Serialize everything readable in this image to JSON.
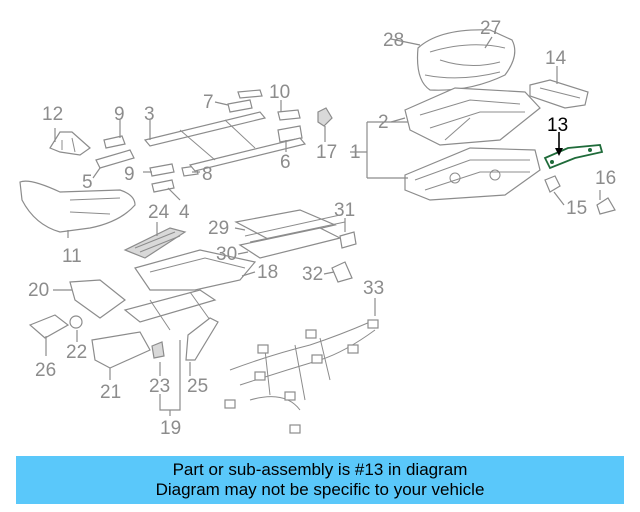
{
  "highlight": {
    "part_number": "13",
    "color": "#1f6b3a"
  },
  "banner": {
    "line1": "Part or sub-assembly is #13 in diagram",
    "line2": "Diagram may not be specific to your vehicle",
    "background": "#5ac8fa"
  },
  "callouts": {
    "c1": "1",
    "c2": "2",
    "c3": "3",
    "c4": "4",
    "c5": "5",
    "c6": "6",
    "c7": "7",
    "c8": "8",
    "c9a": "9",
    "c9b": "9",
    "c10": "10",
    "c11": "11",
    "c12": "12",
    "c13": "13",
    "c14": "14",
    "c15": "15",
    "c16": "16",
    "c17": "17",
    "c18": "18",
    "c19": "19",
    "c20": "20",
    "c21": "21",
    "c22": "22",
    "c23": "23",
    "c24": "24",
    "c25": "25",
    "c26": "26",
    "c27": "27",
    "c28": "28",
    "c29": "29",
    "c30": "30",
    "c31": "31",
    "c32": "32",
    "c33": "33"
  }
}
